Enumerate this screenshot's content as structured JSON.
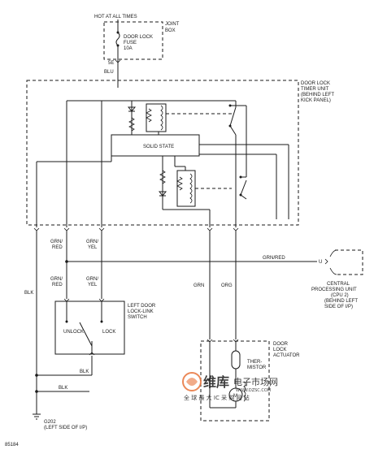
{
  "fuse": {
    "hot_at_all_times": "HOT AT ALL TIMES",
    "joint_box_line1": "JOINT",
    "joint_box_line2": "BOX",
    "name_line1": "DOOR LOCK",
    "name_line2": "FUSE",
    "rating": "10A",
    "pin": "5E",
    "wire": "BLU"
  },
  "timer_unit": {
    "line1": "DOOR LOCK",
    "line2": "TIMER UNIT",
    "line3": "(BEHIND LEFT",
    "line4": "KICK PANEL)",
    "solid_state": "SOLID STATE"
  },
  "wires": {
    "grn_red_top_1": "GRN/",
    "grn_red_top_2": "RED",
    "grn_yel_top_1": "GRN/",
    "grn_yel_top_2": "YEL",
    "grn_red_bot_1": "GRN/",
    "grn_red_bot_2": "RED",
    "grn_yel_bot_1": "GRN/",
    "grn_yel_bot_2": "YEL",
    "grn_red_horizontal": "GRN/RED",
    "blk_main": "BLK",
    "blk_switch": "BLK",
    "blk_ground": "BLK",
    "grn_vertical": "GRN",
    "org_vertical": "ORG",
    "cpu_pin": "U"
  },
  "cpu": {
    "line1": "CENTRAL",
    "line2": "PROCESSING UNIT",
    "line3": "(CPU 2)",
    "line4": "(BEHIND LEFT",
    "line5": "SIDE OF I/P)"
  },
  "switch": {
    "line1": "LEFT DOOR",
    "line2": "LOCK-LINK",
    "line3": "SWITCH",
    "unlock": "UNLOCK",
    "lock": "LOCK"
  },
  "actuator": {
    "line1": "DOOR",
    "line2": "LOCK",
    "line3": "ACTUATOR",
    "thermistor_line1": "THER-",
    "thermistor_line2": "MISTOR",
    "motor": "M"
  },
  "ground": {
    "label": "G202",
    "location": "(LEFT SIDE OF I/P)"
  },
  "figure_code": "85184",
  "watermark": {
    "brand": "维库",
    "subtitle": "电子市场网",
    "url": "WWW.DZSC.COM",
    "slogan": "全 球 最 大 IC 采 购 网 站"
  },
  "colors": {
    "line": "#1a1a1a",
    "watermark": "#e8743b"
  }
}
